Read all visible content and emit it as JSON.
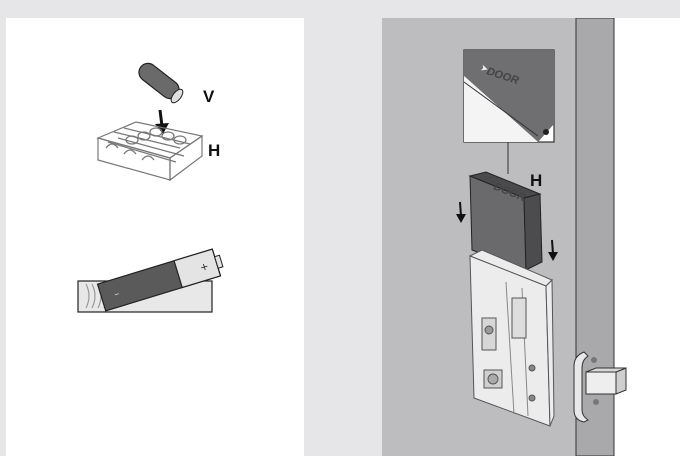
{
  "left_panel": {
    "label_battery": "V",
    "label_holder": "H"
  },
  "right_panel": {
    "label_holder": "H",
    "inset_text": "DOOR",
    "holder_text": "DOOR"
  },
  "colors": {
    "background": "#e6e6e8",
    "panel": "#ffffff",
    "wall": "#bdbdbf",
    "door_edge": "#a9a9ab",
    "battery_dark": "#5a5a5a",
    "holder_dark": "#6a6a6c"
  }
}
